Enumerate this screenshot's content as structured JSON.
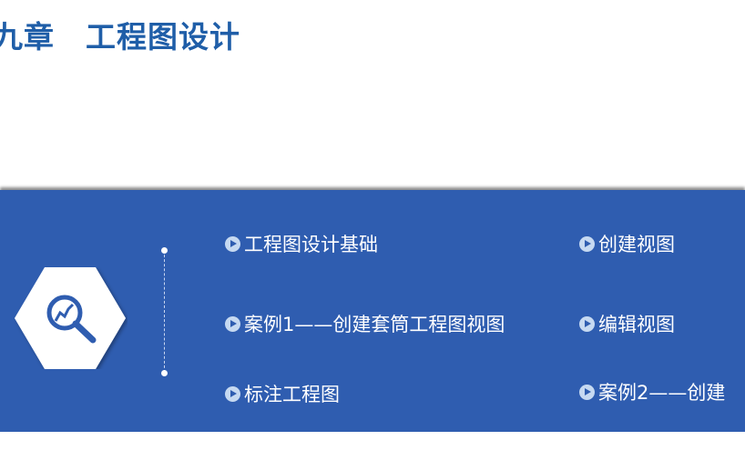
{
  "header": {
    "chapter": "九章",
    "title": "工程图设计"
  },
  "banner": {
    "icon": "magnifier-chart-icon",
    "items": [
      {
        "label": "工程图设计基础"
      },
      {
        "label": "案例1——创建套筒工程图视图"
      },
      {
        "label": "标注工程图"
      },
      {
        "label": " 创建视图"
      },
      {
        "label": "编辑视图"
      },
      {
        "label": "案例2——创建"
      }
    ]
  },
  "colors": {
    "banner": "#2f5db0",
    "title": "#1f5ea8"
  }
}
